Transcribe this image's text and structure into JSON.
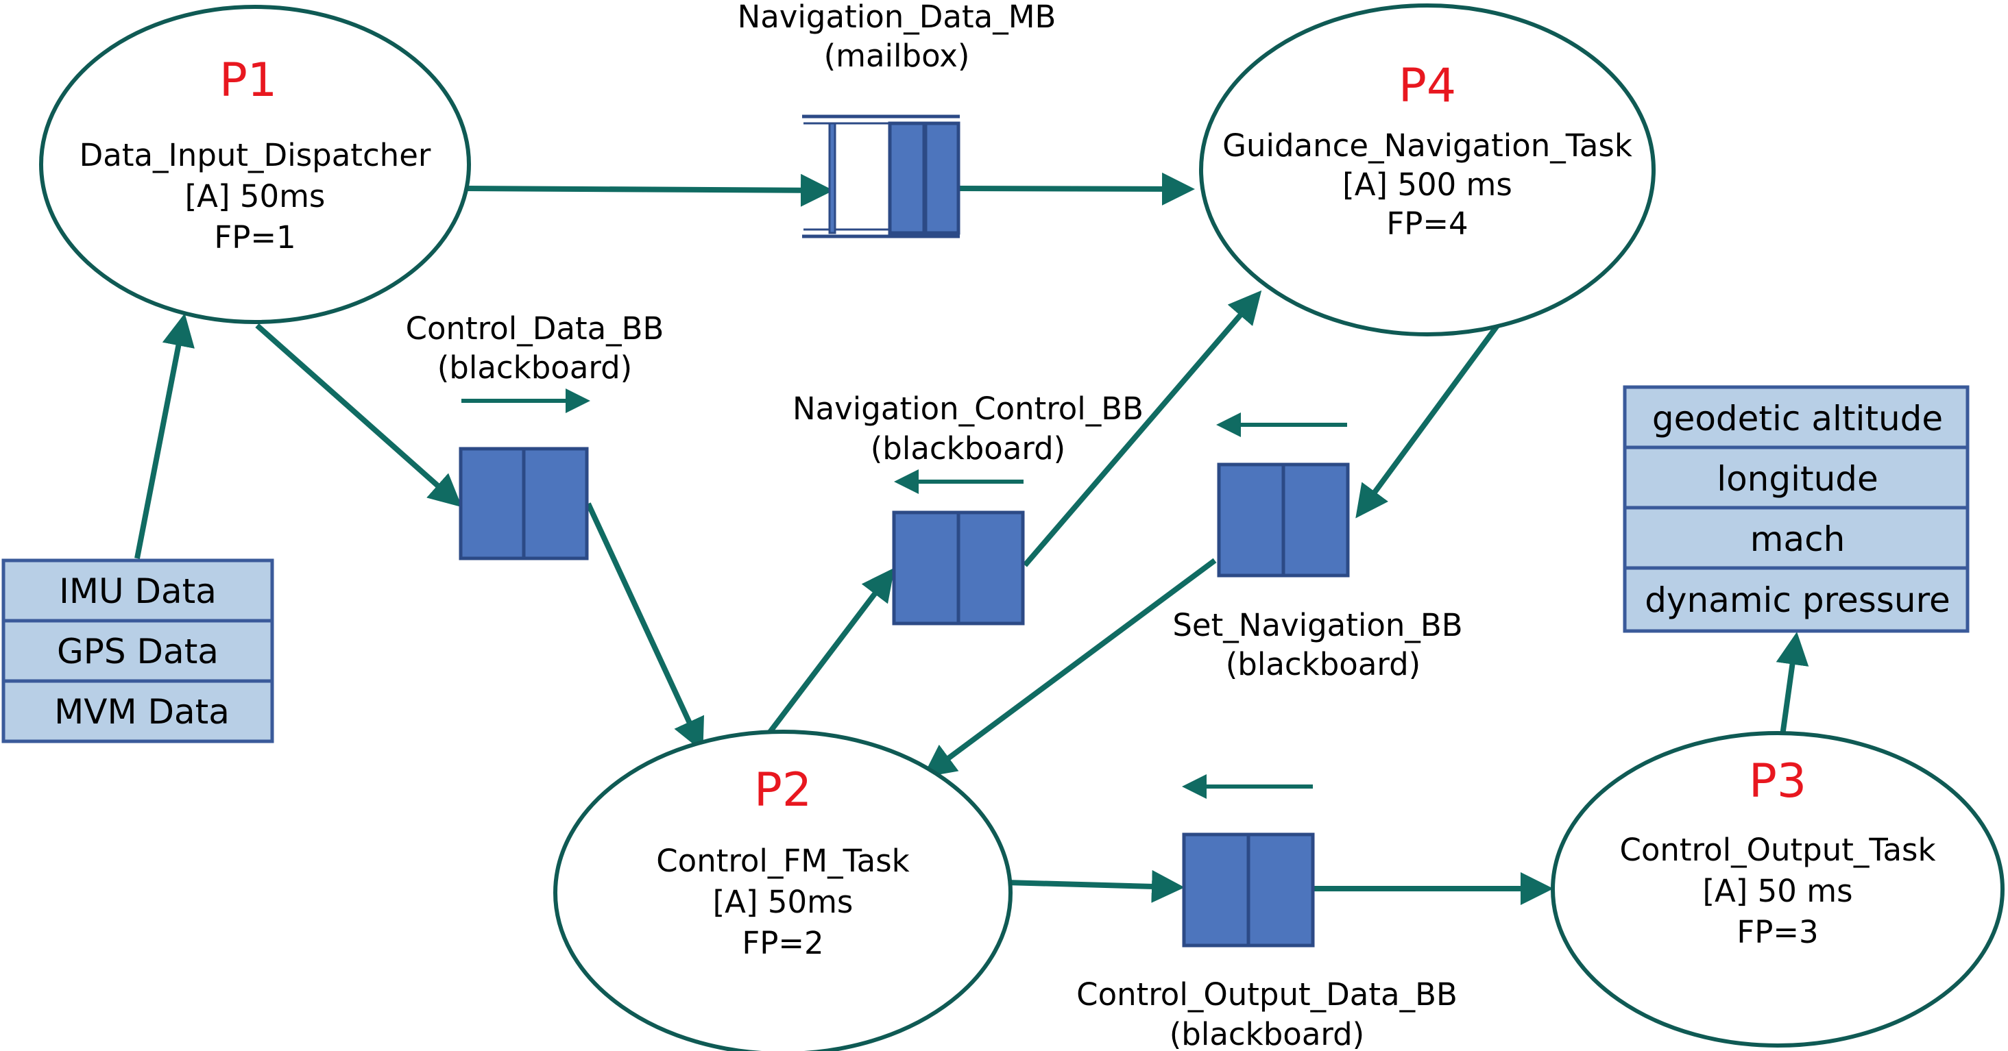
{
  "processes": {
    "p1": {
      "tag": "P1",
      "name": "Data_Input_Dispatcher",
      "period": "[A] 50ms",
      "priority": "FP=1"
    },
    "p2": {
      "tag": "P2",
      "name": "Control_FM_Task",
      "period": "[A] 50ms",
      "priority": "FP=2"
    },
    "p3": {
      "tag": "P3",
      "name": "Control_Output_Task",
      "period": "[A] 50 ms",
      "priority": "FP=3"
    },
    "p4": {
      "tag": "P4",
      "name": "Guidance_Navigation_Task",
      "period": "[A] 500 ms",
      "priority": "FP=4"
    }
  },
  "buffers": {
    "nav_data_mb": {
      "name": "Navigation_Data_MB",
      "kind": "(mailbox)"
    },
    "control_data_bb": {
      "name": "Control_Data_BB",
      "kind": "(blackboard)"
    },
    "nav_control_bb": {
      "name": "Navigation_Control_BB",
      "kind": "(blackboard)"
    },
    "set_nav_bb": {
      "name": "Set_Navigation_BB",
      "kind": "(blackboard)"
    },
    "control_output_bb": {
      "name": "Control_Output_Data_BB",
      "kind": "(blackboard)"
    }
  },
  "inputs": [
    "IMU Data",
    "GPS Data",
    "MVM Data"
  ],
  "outputs": [
    "geodetic altitude",
    "longitude",
    "mach",
    "dynamic pressure"
  ],
  "colors": {
    "arrow": "#106b62",
    "process_tag": "#e8171f",
    "buffer": "#4d75bd",
    "cell": "#b8cfe6"
  }
}
